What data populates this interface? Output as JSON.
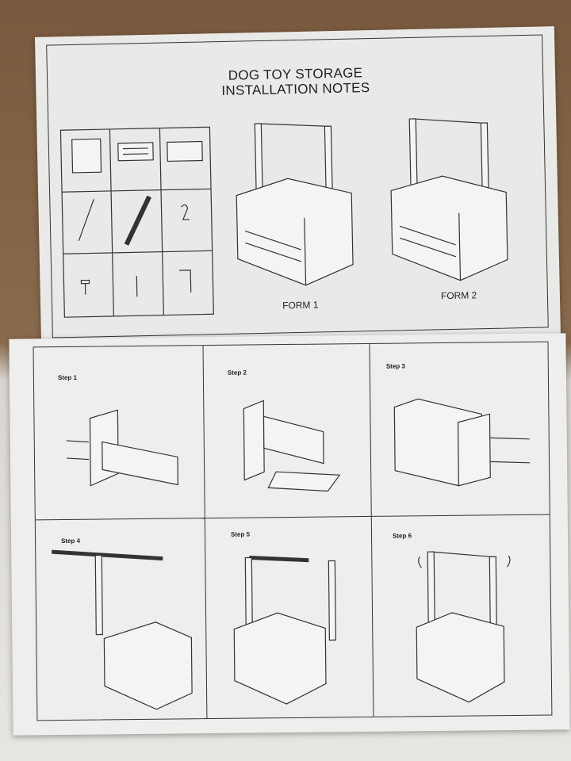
{
  "header": {
    "title_line1": "DOG TOY STORAGE",
    "title_line2": "INSTALLATION NOTES"
  },
  "forms": [
    {
      "label": "FORM 1"
    },
    {
      "label": "FORM 2"
    }
  ],
  "parts": [
    "side-panel",
    "slatted-panel",
    "bottom-board",
    "handle-bar",
    "upright-post",
    "hook",
    "screw",
    "bolt",
    "hex-key"
  ],
  "steps": [
    {
      "label": "Step 1"
    },
    {
      "label": "Step 2"
    },
    {
      "label": "Step 3"
    },
    {
      "label": "Step 4"
    },
    {
      "label": "Step 5"
    },
    {
      "label": "Step 6"
    }
  ],
  "colors": {
    "paper": "#ecedeb",
    "ink": "#333333",
    "background": "#7a5a3e"
  }
}
